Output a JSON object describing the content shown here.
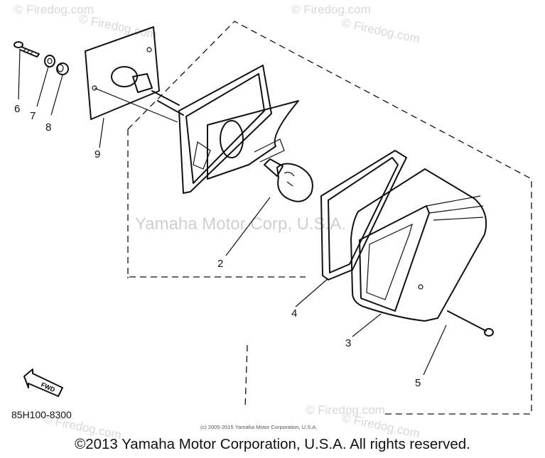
{
  "watermarks": {
    "w1": "© Firedog.com",
    "w2": "© Firedog.com",
    "w3": "© Firedog.com",
    "w4": "© Firedog.com",
    "w5": "Yamaha Motor Corp, U.S.A.",
    "w6": "© Firedog.com",
    "w7": "© Firedog.com",
    "w8": "© Firedog.com"
  },
  "callouts": {
    "c1": "6",
    "c2": "7",
    "c3": "8",
    "c4": "9",
    "c5": "2",
    "c6": "4",
    "c7": "3",
    "c8": "5"
  },
  "fwd_label": "FWD",
  "catalog_number": "85H100-8300",
  "small_copyright": "(c) 2005-2015 Yamaha Motor Corporation, U.S.A.",
  "copyright": "©2013 Yamaha Motor Corporation, U.S.A. All rights reserved."
}
